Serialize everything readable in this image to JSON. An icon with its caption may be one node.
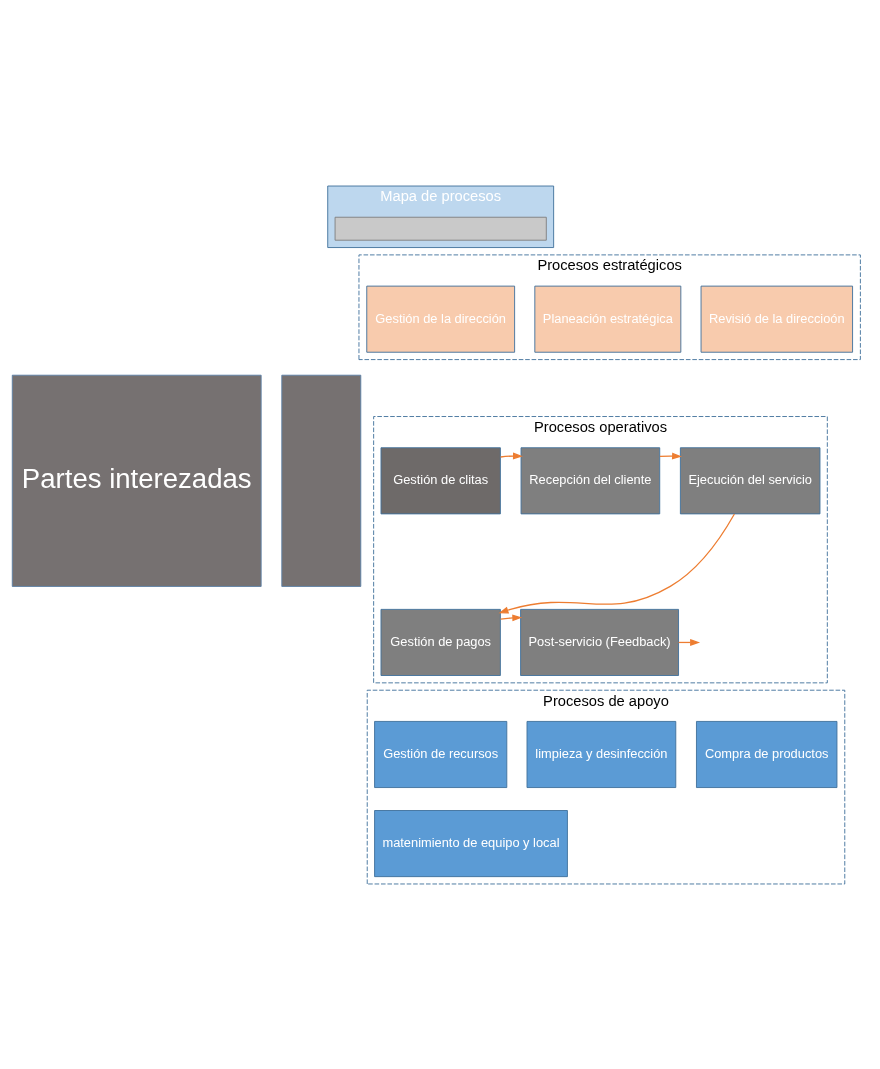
{
  "diagram": {
    "nodes": [
      {
        "text": [
          "Partes interezadas"
        ]
      },
      {
        "text": [],
        "shape": "bar"
      },
      {
        "text": [
          "Mapa de procesos"
        ]
      },
      {
        "text": [],
        "shape": "box",
        "in": 2
      },
      {
        "text": [
          "Procesos estratégicos"
        ]
      },
      {
        "text": [
          "Gestión de la dirección"
        ],
        "in": 4
      },
      {
        "text": [
          "Planeación estratégica"
        ],
        "in": 4
      },
      {
        "text": [
          "Revisió de la direccioón"
        ],
        "in": 4
      },
      {
        "text": [
          "Procesos operativos"
        ]
      },
      {
        "text": [
          "Gestión de clitas"
        ],
        "in": 8
      },
      {
        "text": [
          "Recepción del cliente"
        ],
        "in": 8
      },
      {
        "text": [
          "Ejecución del servicio"
        ],
        "in": 8
      },
      {
        "text": [
          "Gestión de pagos"
        ],
        "in": 8
      },
      {
        "text": [
          "Post-servicio (Feedback)"
        ],
        "in": 8
      },
      {
        "text": [
          "Procesos de apoyo"
        ]
      },
      {
        "text": [
          "Gestión de recursos"
        ],
        "in": 14
      },
      {
        "text": [
          "limpieza y desinfección"
        ],
        "in": 14
      },
      {
        "text": [
          "Compra de productos"
        ],
        "in": 14
      },
      {
        "text": [
          "matenimiento de equipo y local"
        ],
        "in": 14
      }
    ],
    "edges": [
      {
        "from": 9,
        "to": 10,
        "arrow": "to"
      },
      {
        "from": 10,
        "to": 11,
        "arrow": "to"
      },
      {
        "from": 11,
        "to": 12,
        "arrow": "to"
      },
      {
        "from": 12,
        "to": 13,
        "arrow": "to"
      },
      {
        "from": 13,
        "to": null,
        "arrow": "to"
      }
    ]
  }
}
